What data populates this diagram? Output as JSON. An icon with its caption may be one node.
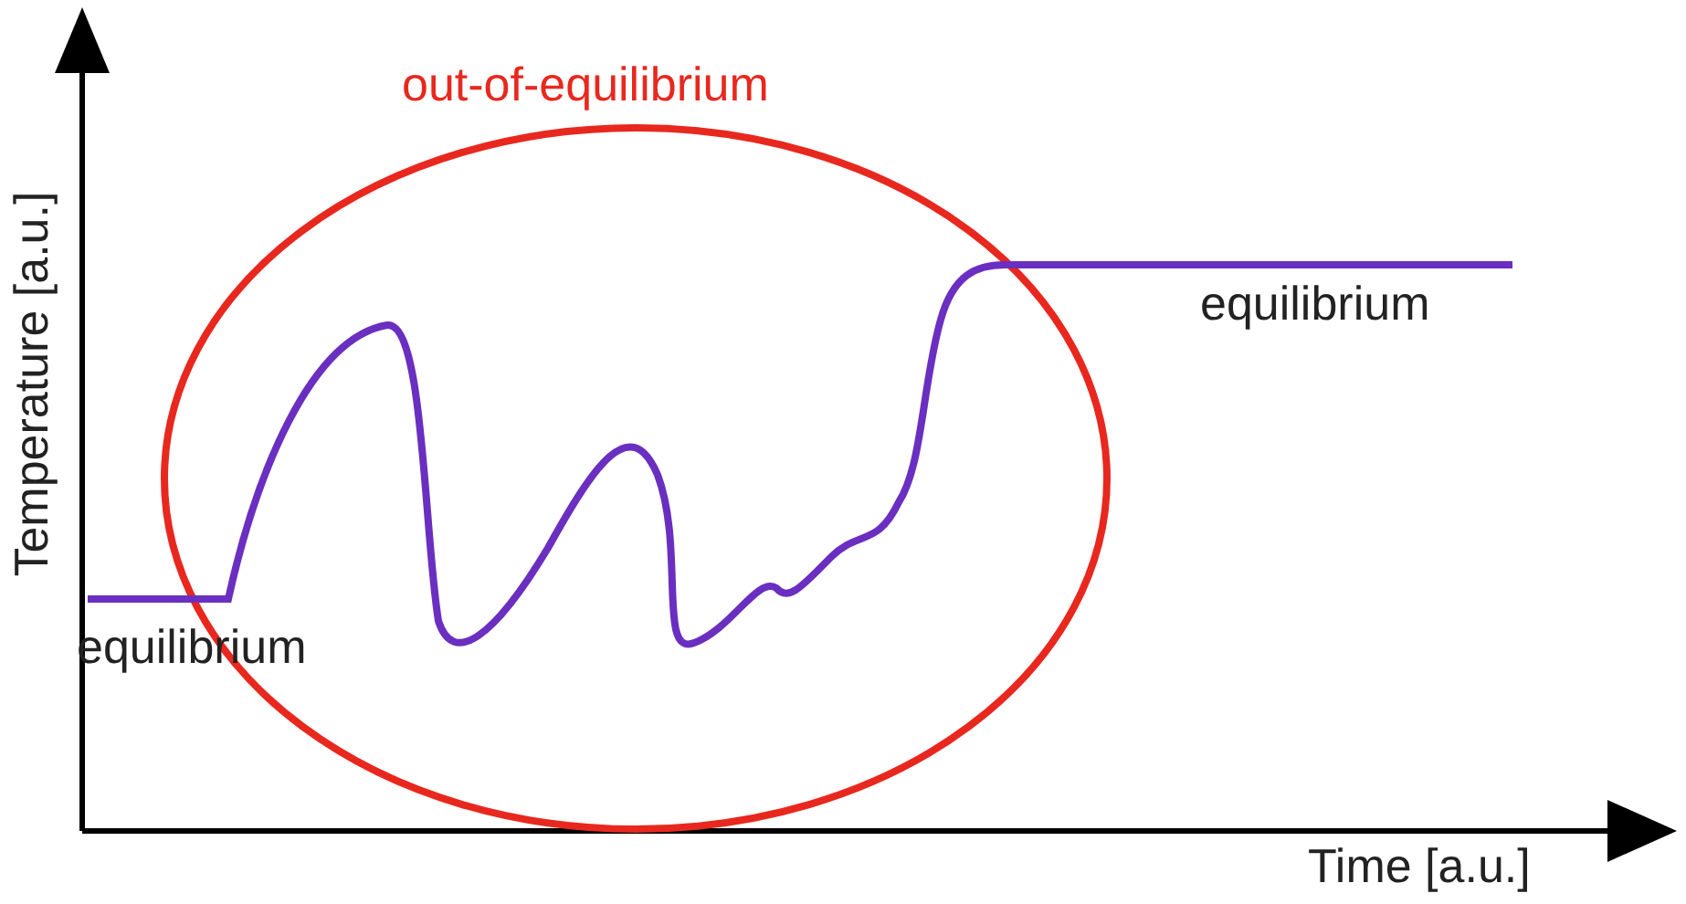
{
  "diagram": {
    "labels": [
      "out-of-equilibrium",
      "equilibrium",
      "Temperature [a.u.]",
      "equilibrium",
      "Time [a.u.]"
    ]
  }
}
